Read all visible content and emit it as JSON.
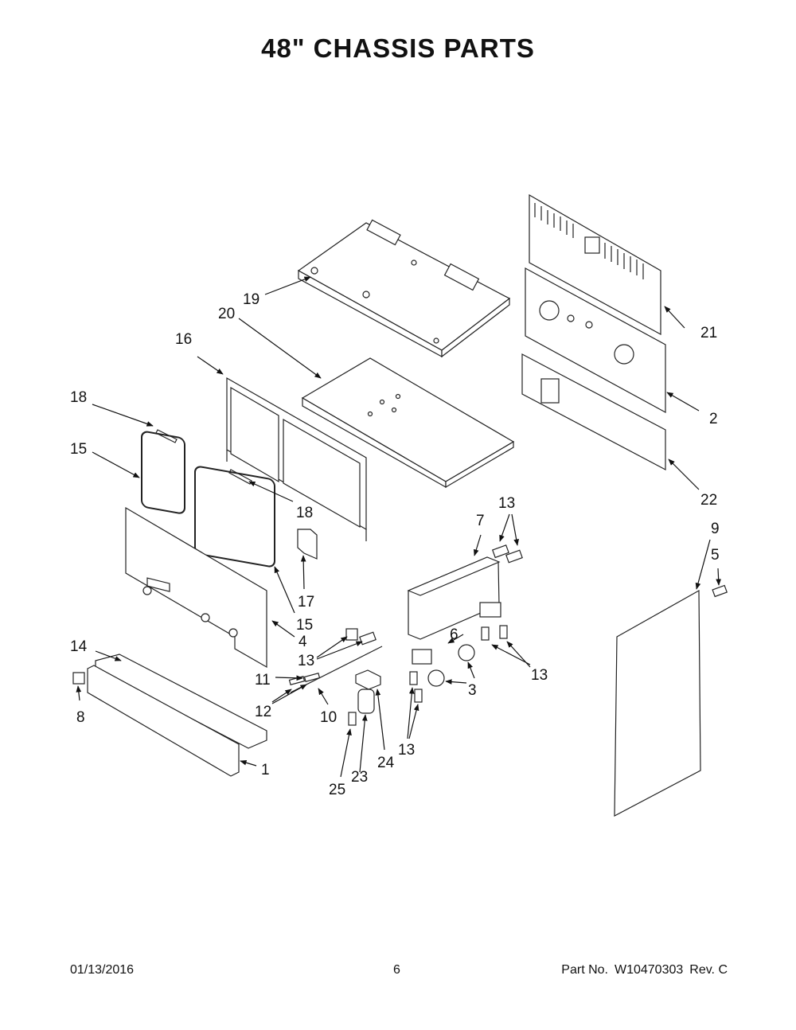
{
  "title": "48\" CHASSIS PARTS",
  "callouts": [
    "1",
    "2",
    "3",
    "4",
    "5",
    "6",
    "7",
    "8",
    "9",
    "10",
    "11",
    "12",
    "13",
    "14",
    "15",
    "16",
    "17",
    "18",
    "19",
    "20",
    "21",
    "22",
    "23",
    "24",
    "25"
  ],
  "footer": {
    "date": "01/13/2016",
    "page": "6",
    "part_label": "Part No.",
    "part_number": "W10470303",
    "revision": "Rev. C"
  }
}
